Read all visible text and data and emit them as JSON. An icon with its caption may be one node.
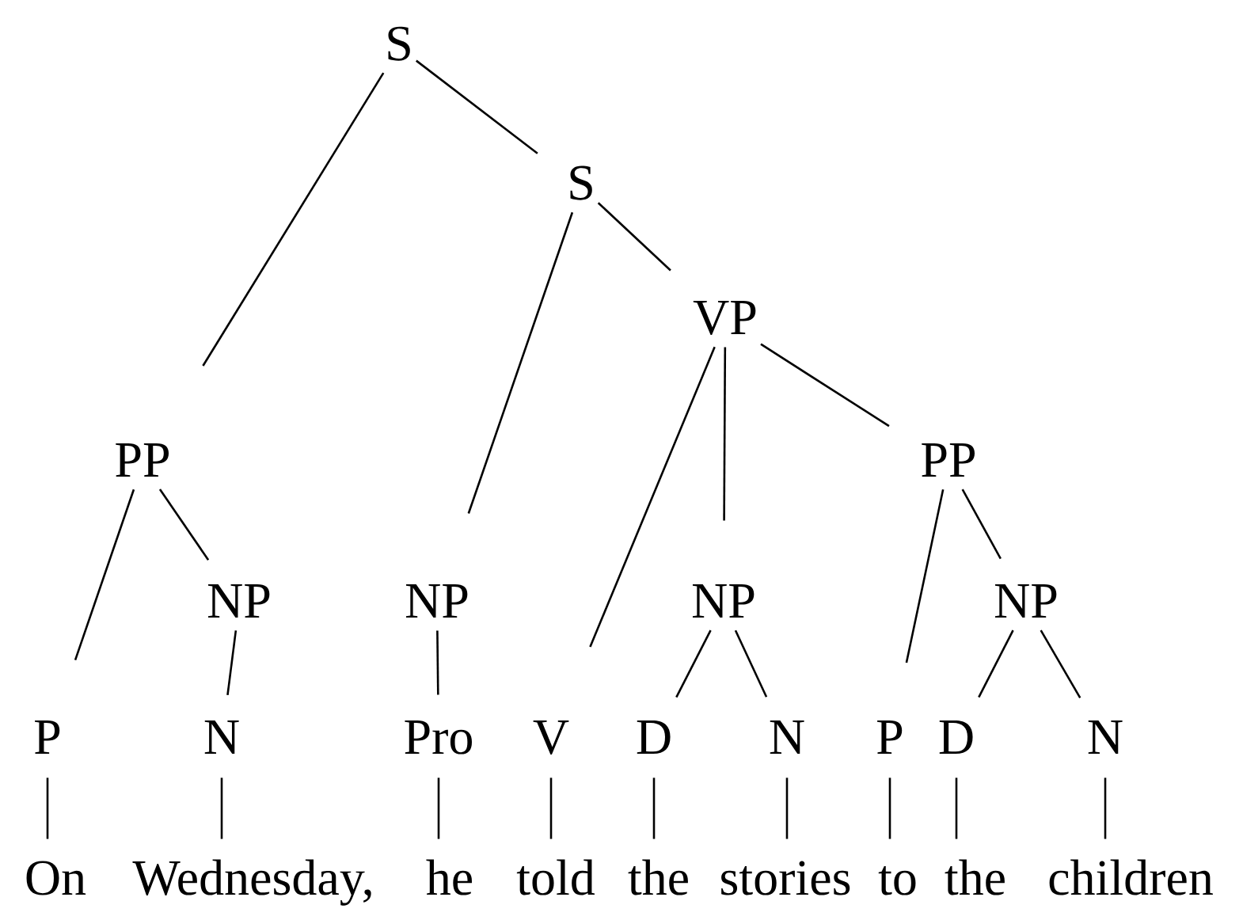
{
  "diagram": {
    "nodes": [
      {
        "text": [
          "S"
        ]
      },
      {
        "text": [
          "S"
        ]
      },
      {
        "text": [
          "VP"
        ]
      },
      {
        "text": [
          "PP"
        ]
      },
      {
        "text": [
          "PP"
        ]
      },
      {
        "text": [
          "NP"
        ]
      },
      {
        "text": [
          "NP"
        ]
      },
      {
        "text": [
          "NP"
        ]
      },
      {
        "text": [
          "NP"
        ]
      },
      {
        "text": [
          "P"
        ]
      },
      {
        "text": [
          "N"
        ]
      },
      {
        "text": [
          "Pro"
        ]
      },
      {
        "text": [
          "V"
        ]
      },
      {
        "text": [
          "D"
        ]
      },
      {
        "text": [
          "N"
        ]
      },
      {
        "text": [
          "P"
        ]
      },
      {
        "text": [
          "D"
        ]
      },
      {
        "text": [
          "N"
        ]
      },
      {
        "text": [
          "On"
        ]
      },
      {
        "text": [
          "Wednesday,"
        ]
      },
      {
        "text": [
          "he"
        ]
      },
      {
        "text": [
          "told"
        ]
      },
      {
        "text": [
          "the"
        ]
      },
      {
        "text": [
          "stories"
        ]
      },
      {
        "text": [
          "to"
        ]
      },
      {
        "text": [
          "the"
        ]
      },
      {
        "text": [
          "children"
        ]
      }
    ],
    "edges": [
      {
        "from": 0,
        "to": 3,
        "arrow": "none"
      },
      {
        "from": 0,
        "to": 1,
        "arrow": "none"
      },
      {
        "from": 1,
        "to": 6,
        "arrow": "none"
      },
      {
        "from": 1,
        "to": 2,
        "arrow": "none"
      },
      {
        "from": 2,
        "to": 12,
        "arrow": "none"
      },
      {
        "from": 2,
        "to": 7,
        "arrow": "none"
      },
      {
        "from": 2,
        "to": 4,
        "arrow": "none"
      },
      {
        "from": 3,
        "to": 9,
        "arrow": "none"
      },
      {
        "from": 3,
        "to": 5,
        "arrow": "none"
      },
      {
        "from": 5,
        "to": 10,
        "arrow": "none"
      },
      {
        "from": 6,
        "to": 11,
        "arrow": "none"
      },
      {
        "from": 7,
        "to": 13,
        "arrow": "none"
      },
      {
        "from": 7,
        "to": 14,
        "arrow": "none"
      },
      {
        "from": 4,
        "to": 15,
        "arrow": "none"
      },
      {
        "from": 4,
        "to": 8,
        "arrow": "none"
      },
      {
        "from": 8,
        "to": 16,
        "arrow": "none"
      },
      {
        "from": 8,
        "to": 17,
        "arrow": "none"
      },
      {
        "from": 9,
        "to": 18,
        "arrow": "none"
      },
      {
        "from": 10,
        "to": 19,
        "arrow": "none"
      },
      {
        "from": 11,
        "to": 20,
        "arrow": "none"
      },
      {
        "from": 12,
        "to": 21,
        "arrow": "none"
      },
      {
        "from": 13,
        "to": 22,
        "arrow": "none"
      },
      {
        "from": 14,
        "to": 23,
        "arrow": "none"
      },
      {
        "from": 15,
        "to": 24,
        "arrow": "none"
      },
      {
        "from": 16,
        "to": 25,
        "arrow": "none"
      },
      {
        "from": 17,
        "to": 26,
        "arrow": "none"
      }
    ]
  }
}
